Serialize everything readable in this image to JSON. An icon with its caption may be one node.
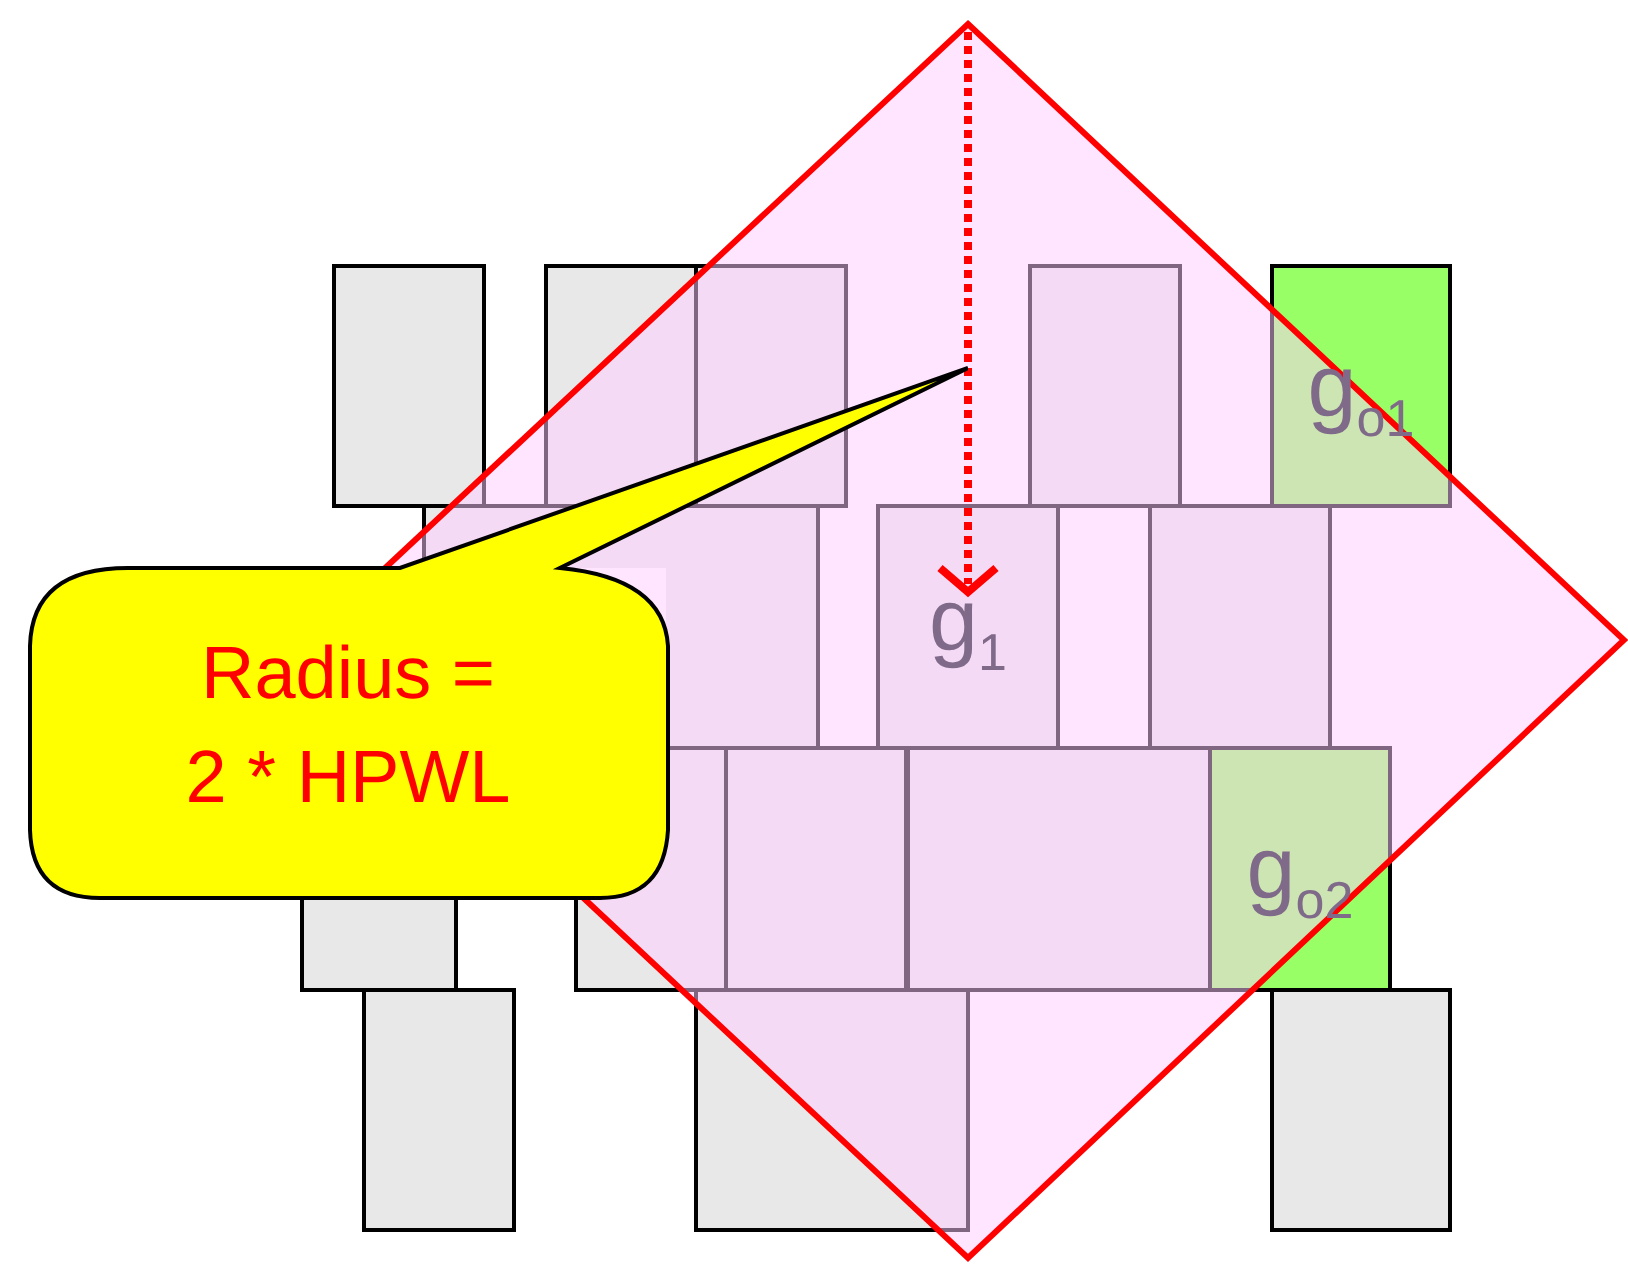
{
  "diagram": {
    "nodes": [
      {
        "text": [],
        "shape": "box"
      },
      {
        "text": [],
        "shape": "box"
      },
      {
        "text": [],
        "shape": "box"
      },
      {
        "text": [],
        "shape": "box"
      },
      {
        "text": [
          "g$_{o1}$"
        ]
      },
      {
        "text": [],
        "shape": "box"
      },
      {
        "text": [
          "g$_{1}$"
        ]
      },
      {
        "text": [],
        "shape": "box"
      },
      {
        "text": [
          "Radius = 2 * HPWL"
        ]
      },
      {
        "text": [],
        "shape": "box"
      },
      {
        "text": [],
        "shape": "box"
      },
      {
        "text": [],
        "shape": "box"
      },
      {
        "text": [],
        "shape": "box"
      },
      {
        "text": [
          "g$_{o2}$"
        ]
      },
      {
        "text": [],
        "shape": "box"
      },
      {
        "text": [],
        "shape": "box"
      },
      {
        "text": [],
        "shape": "box"
      }
    ]
  }
}
